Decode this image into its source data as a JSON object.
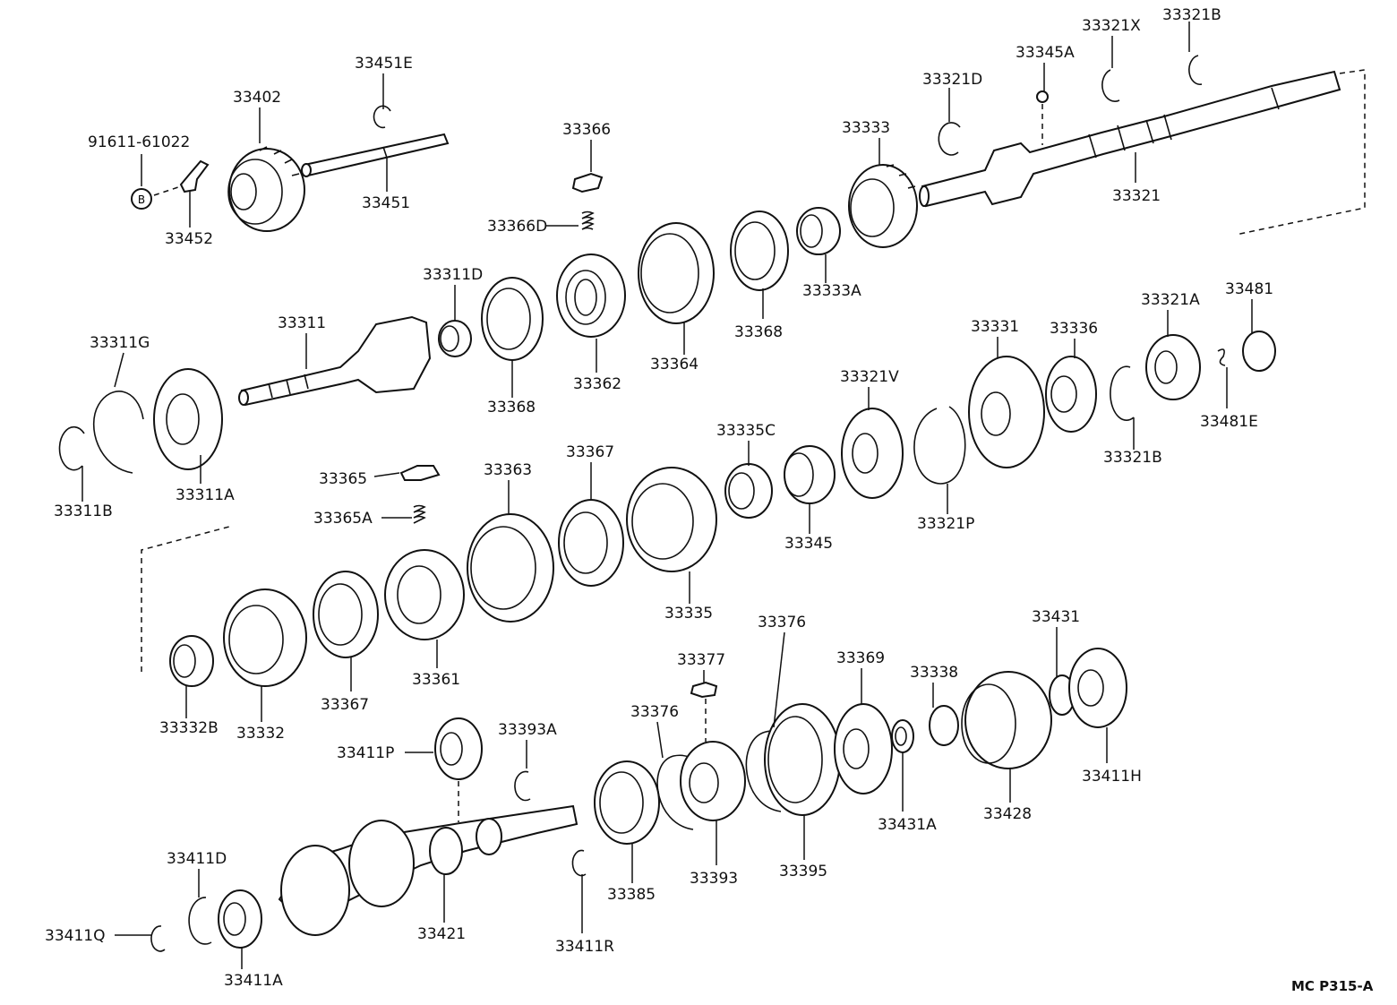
{
  "diagram_code": "MC P315-A",
  "labels": {
    "l_91611_61022": "91611-61022",
    "l_33452": "33452",
    "l_33402": "33402",
    "l_33451E": "33451E",
    "l_33451": "33451",
    "l_33366": "33366",
    "l_33366D": "33366D",
    "l_33333": "33333",
    "l_33321D": "33321D",
    "l_33345A": "33345A",
    "l_33321X": "33321X",
    "l_33321B_top": "33321B",
    "l_33321": "33321",
    "l_33333A": "33333A",
    "l_33368_a": "33368",
    "l_33364": "33364",
    "l_33362": "33362",
    "l_33368_b": "33368",
    "l_33311D": "33311D",
    "l_33311": "33311",
    "l_33311G": "33311G",
    "l_33311A": "33311A",
    "l_33311B": "33311B",
    "l_33331": "33331",
    "l_33336": "33336",
    "l_33321A": "33321A",
    "l_33481": "33481",
    "l_33481E": "33481E",
    "l_33321B_mid": "33321B",
    "l_33321V": "33321V",
    "l_33321P": "33321P",
    "l_33335C": "33335C",
    "l_33345": "33345",
    "l_33367_a": "33367",
    "l_33335": "33335",
    "l_33363": "33363",
    "l_33365": "33365",
    "l_33365A": "33365A",
    "l_33361": "33361",
    "l_33367_b": "33367",
    "l_33332": "33332",
    "l_33332B": "33332B",
    "l_33376_a": "33376",
    "l_33377": "33377",
    "l_33376_b": "33376",
    "l_33369": "33369",
    "l_33338": "33338",
    "l_33431": "33431",
    "l_33411H": "33411H",
    "l_33428": "33428",
    "l_33431A": "33431A",
    "l_33395": "33395",
    "l_33393": "33393",
    "l_33385": "33385",
    "l_33411R": "33411R",
    "l_33393A": "33393A",
    "l_33411P": "33411P",
    "l_33421": "33421",
    "l_33411D": "33411D",
    "l_33411Q": "33411Q",
    "l_33411A": "33411A"
  }
}
